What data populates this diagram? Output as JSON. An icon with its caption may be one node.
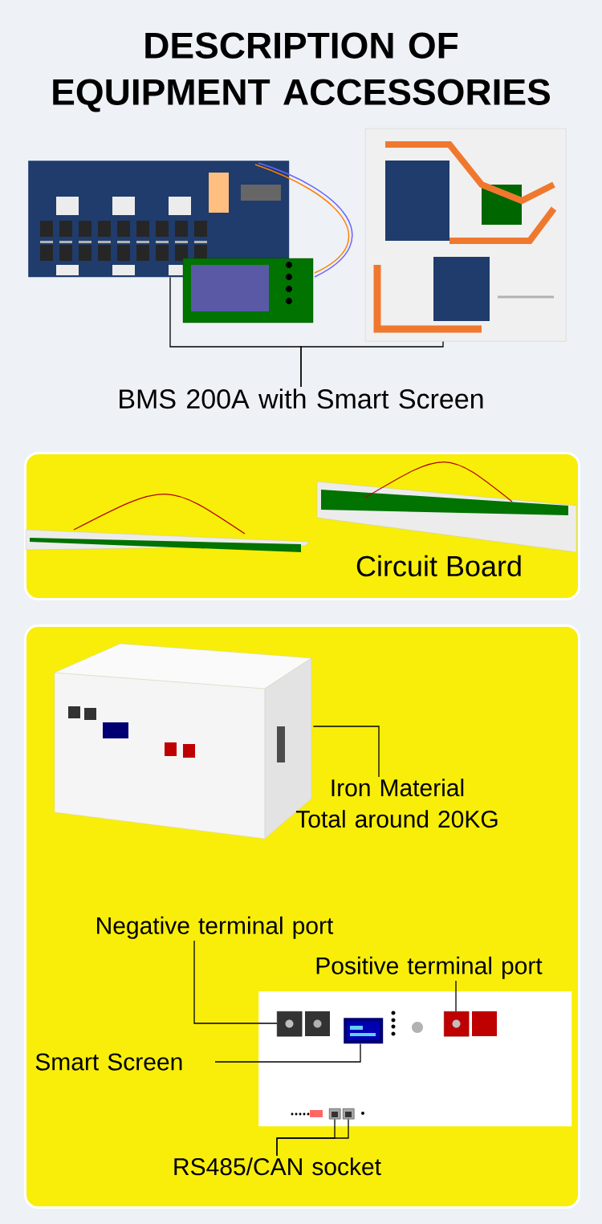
{
  "diagram": {
    "title": "DESCRIPTION OF EQUIPMENT ACCESSORIES",
    "nodes": [
      {
        "text": [],
        "shape": "picture"
      },
      {
        "text": [],
        "shape": "picture"
      },
      {
        "text": [
          "Circuit Board"
        ]
      },
      {
        "text": [],
        "shape": "box"
      },
      {
        "text": [
          "BMS 200A with Smart Screen"
        ]
      },
      {
        "text": [],
        "shape": "picture",
        "in": 3
      },
      {
        "text": [
          "Iron Material",
          "Total around 20KG"
        ],
        "in": 3
      },
      {
        "text": [],
        "shape": "picture",
        "in": 3
      },
      {
        "text": [],
        "shape": "picture",
        "in": 7
      },
      {
        "text": [],
        "shape": "picture",
        "in": 7
      },
      {
        "text": [],
        "shape": "picture",
        "in": 7
      },
      {
        "text": [],
        "shape": "picture",
        "in": 7
      },
      {
        "text": [],
        "shape": "picture",
        "in": 7
      },
      {
        "text": [
          "Negative terminal port"
        ],
        "in": 3
      },
      {
        "text": [
          "Positive terminal port"
        ],
        "in": 3
      },
      {
        "text": [
          "Smart Screen"
        ],
        "in": 3
      },
      {
        "text": [
          "RS485/CAN socket"
        ],
        "in": 3
      }
    ],
    "edges": [
      {
        "from": 4,
        "to": 0,
        "arrow": "none"
      },
      {
        "from": 4,
        "to": 1,
        "arrow": "none"
      },
      {
        "from": 6,
        "to": 5,
        "arrow": "none"
      },
      {
        "from": 13,
        "to": 8,
        "arrow": "none"
      },
      {
        "from": 14,
        "to": 10,
        "arrow": "none"
      },
      {
        "from": 15,
        "to": 9,
        "arrow": "none"
      },
      {
        "from": 16,
        "to": 11,
        "arrow": "none"
      },
      {
        "from": 16,
        "to": 12,
        "arrow": "none"
      }
    ]
  }
}
